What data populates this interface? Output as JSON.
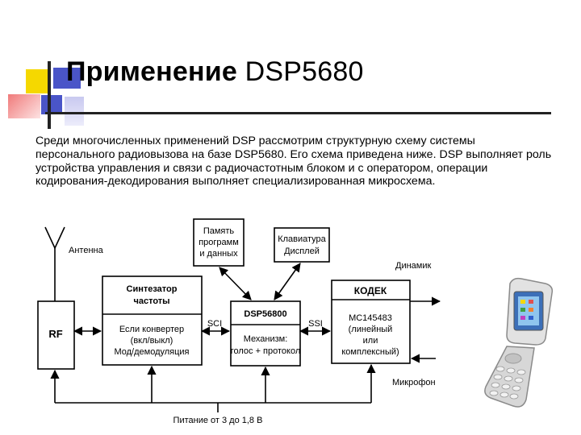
{
  "slide": {
    "title_bold": "Применение",
    "title_rest": "DSP5680",
    "intro": "Среди многочисленных применений DSP рассмотрим структурную схему системы персонального радиовызова на базе DSP5680. Его схема приведена ниже. DSP выполняет роль устройства управления и связи с радиочастотным блоком и с оператором, операции кодирования-декодирования выполняет специализированная микросхема."
  },
  "diagram": {
    "antenna_label": "Антенна",
    "rf_label": "RF",
    "memory_line1": "Память",
    "memory_line2": "программ",
    "memory_line3": "и данных",
    "keypad_line1": "Клавиатура",
    "keypad_line2": "Дисплей",
    "synth_line1": "Синтезатор",
    "synth_line2": "частоты",
    "converter_line1": "Если конвертер",
    "converter_line2": "(вкл/выкл)",
    "converter_line3": "Мод/демодуляция",
    "sci_label": "SCI",
    "dsp_label": "DSP56800",
    "mech_line1": "Механизм:",
    "mech_line2": "голос + протокол",
    "ssi_label": "SSI",
    "codec_label": "КОДЕК",
    "codec_line1": "MC145483",
    "codec_line2": "(линейный",
    "codec_line3": "или",
    "codec_line4": "комплексный)",
    "speaker_label": "Динамик",
    "mic_label": "Микрофон",
    "power_label": "Питание от 3 до 1,8 В"
  },
  "colors": {
    "yellow": "#f5d800",
    "blue": "#4a55c8",
    "red": "#f07a7a",
    "rule": "#222222"
  }
}
